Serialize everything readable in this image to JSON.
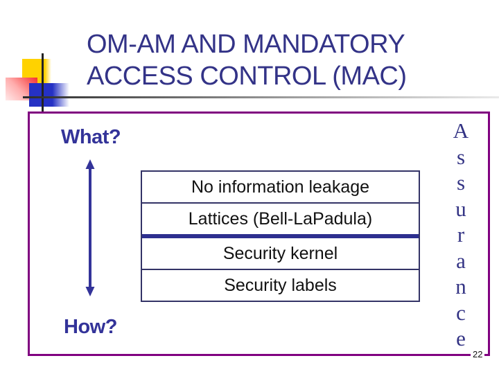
{
  "slide": {
    "title": "OM-AM AND MANDATORY ACCESS CONTROL (MAC)",
    "page_number": "22"
  },
  "diagram": {
    "what_label": "What?",
    "how_label": "How?",
    "layers": [
      "No information leakage",
      "Lattices (Bell-LaPadula)",
      "Security kernel",
      "Security labels"
    ],
    "assurance": {
      "word": "Assurance",
      "letters": [
        "A",
        "s",
        "s",
        "u",
        "r",
        "a",
        "n",
        "c",
        "e"
      ]
    },
    "icons": {
      "double_arrow": "vertical-double-headed-arrow"
    }
  },
  "colors": {
    "title_navy": "#333387",
    "label_navy": "#333399",
    "table_border": "#333366",
    "thick_divider": "#2d2f8f",
    "box_border_purple": "#800080",
    "accent_yellow": "#ffd200",
    "accent_red": "#f53030",
    "accent_blue": "#2531c4",
    "body_text": "#111111"
  }
}
